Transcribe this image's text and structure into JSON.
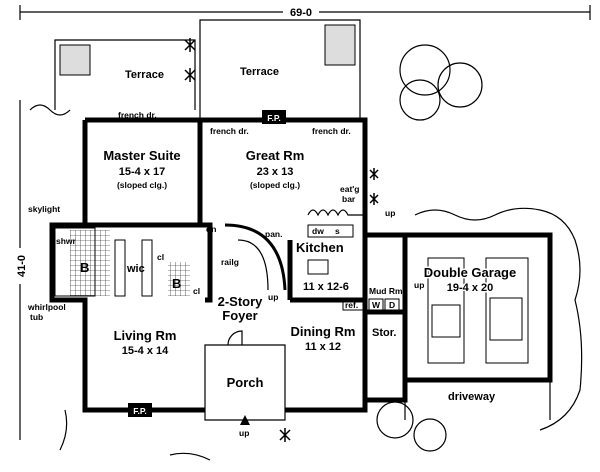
{
  "dimensions": {
    "width": "69-0",
    "depth": "41-0"
  },
  "rooms": {
    "terrace_left": "Terrace",
    "terrace_right": "Terrace",
    "master": {
      "name": "Master Suite",
      "size": "15-4 x 17",
      "note": "(sloped clg.)"
    },
    "great": {
      "name": "Great Rm",
      "size": "23 x 13",
      "note": "(sloped clg.)"
    },
    "kitchen": {
      "name": "Kitchen",
      "size": "11 x 12-6"
    },
    "garage": {
      "name": "Double Garage",
      "size": "19-4 x 20"
    },
    "living": {
      "name": "Living Rm",
      "size": "15-4 x 14"
    },
    "dining": {
      "name": "Dining Rm",
      "size": "11 x 12"
    },
    "foyer": {
      "line1": "2-Story",
      "line2": "Foyer"
    },
    "mud": "Mud Rm",
    "stor": "Stor.",
    "porch": "Porch",
    "bath1": "B",
    "bath2": "B",
    "wic": "wic"
  },
  "labels": {
    "french_dr": "french dr.",
    "fp": "F.P.",
    "eatg": "eat'g",
    "bar": "bar",
    "skylight": "skylight",
    "shwr": "shwr",
    "cl": "cl",
    "dn": "dn",
    "pan": "pan.",
    "railg": "railg",
    "up": "up",
    "dw": "dw",
    "s": "s",
    "ref": "ref.",
    "washer": "W",
    "dryer": "D",
    "whirlpool": "whirlpool",
    "tub": "tub",
    "driveway": "driveway"
  }
}
